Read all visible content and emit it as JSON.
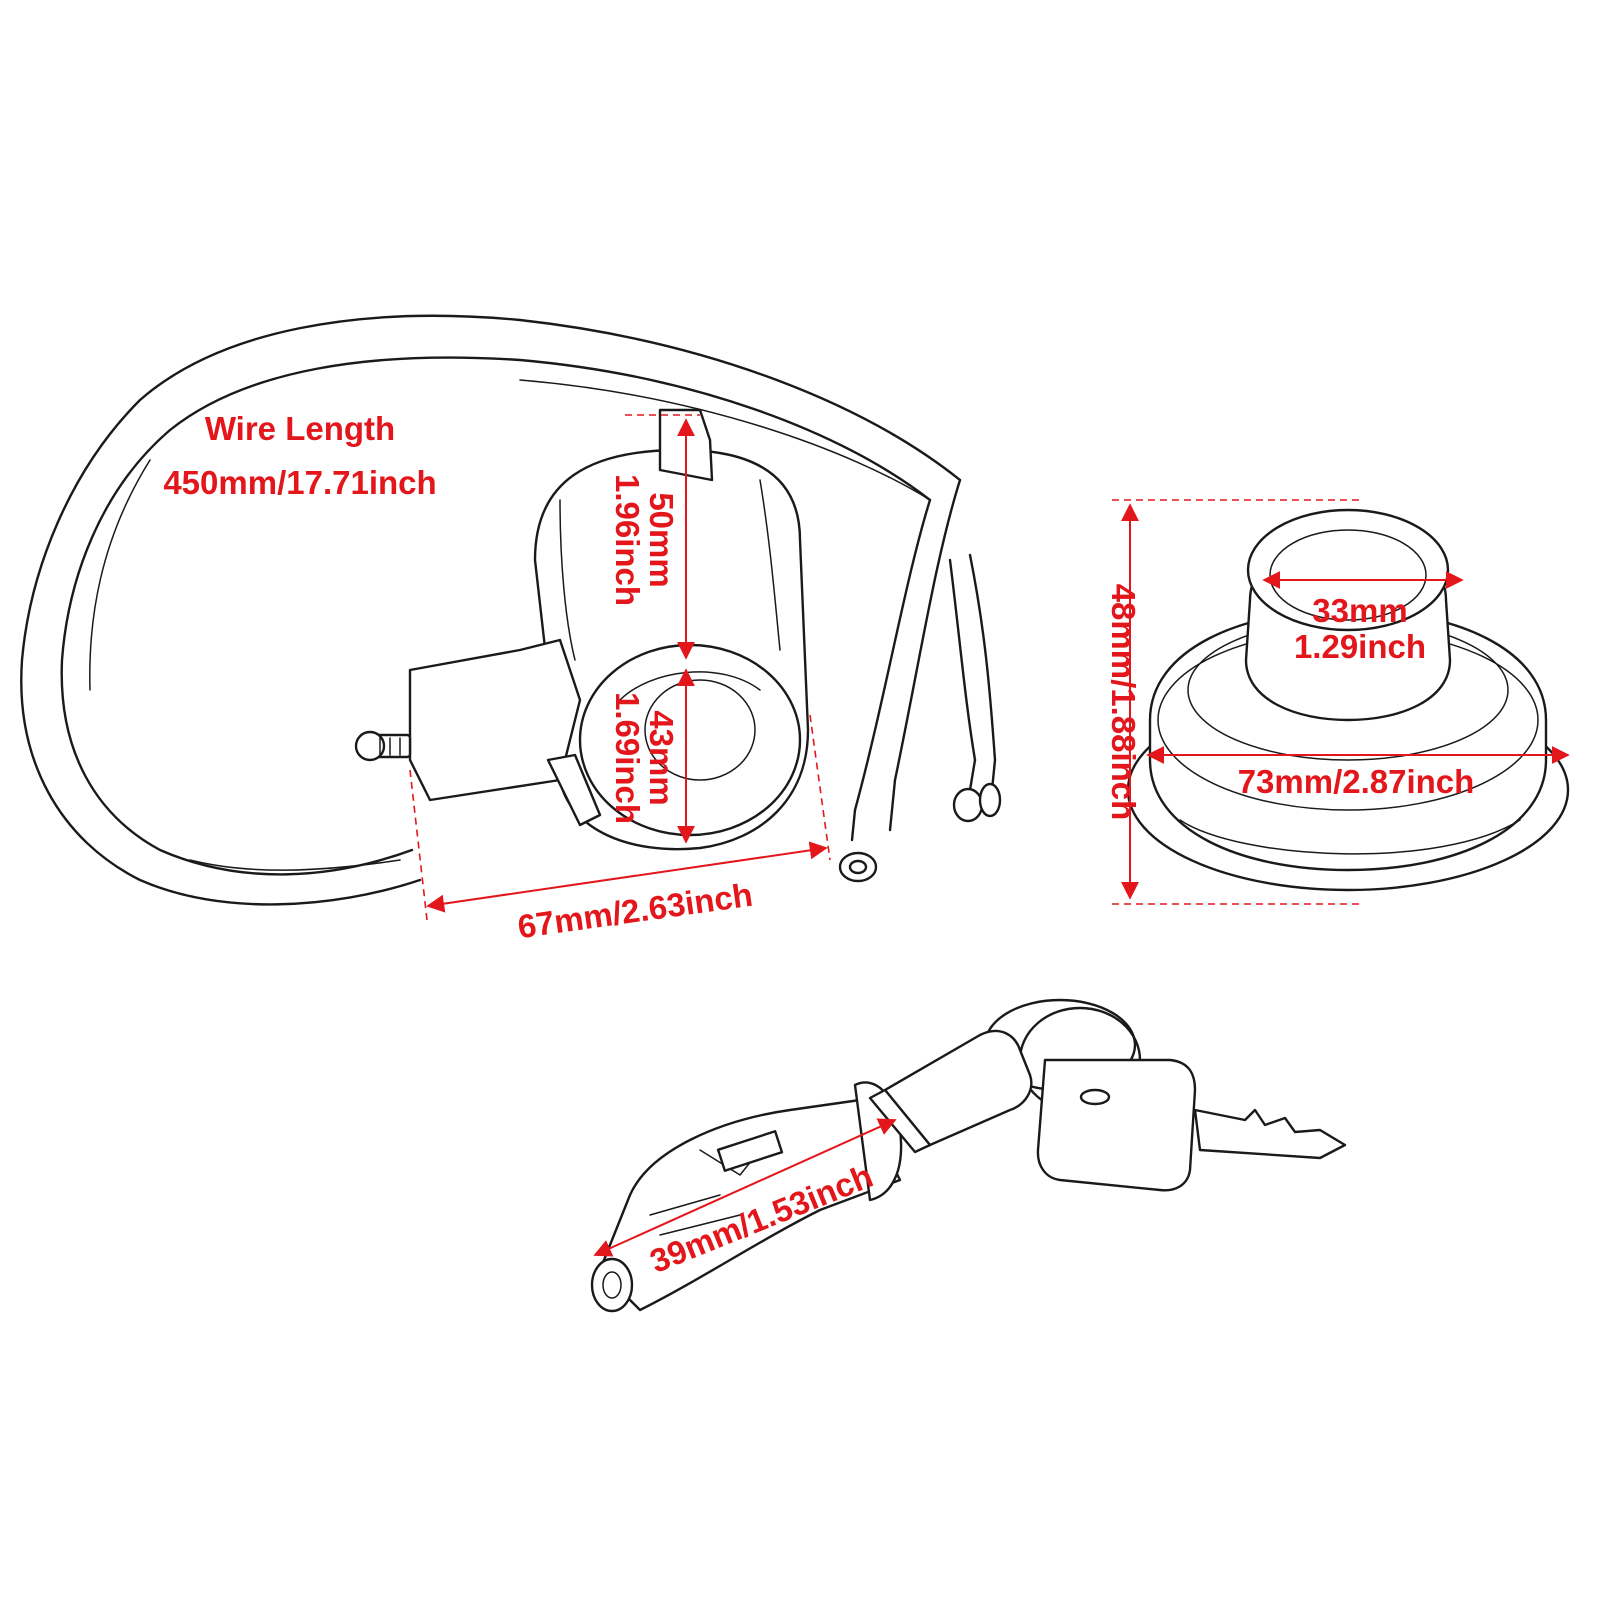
{
  "colors": {
    "annotation": "#e3161b",
    "line_art": "#1a1a1a",
    "background": "#ffffff"
  },
  "wire": {
    "title": "Wire Length",
    "value": "450mm/17.71inch"
  },
  "switch_housing": {
    "height_mm": "50mm",
    "height_inch": "1.96inch",
    "inner_mm": "43mm",
    "inner_inch": "1.69inch",
    "width": "67mm/2.63inch"
  },
  "cap": {
    "top_mm": "33mm",
    "top_inch": "1.29inch",
    "base": "73mm/2.87inch",
    "height": "48mm/1.88inch"
  },
  "lock_cylinder": {
    "length": "39mm/1.53inch"
  }
}
